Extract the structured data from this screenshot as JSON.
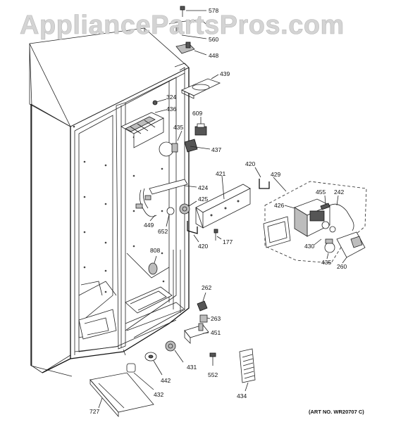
{
  "watermark": "AppliancePartsPros.com",
  "art_number": "(ART NO. WR20707 C)",
  "parts": {
    "p578": "578",
    "p560": "560",
    "p448": "448",
    "p439": "439",
    "p324": "324",
    "p436": "436",
    "p609": "609",
    "p435a": "435",
    "p437": "437",
    "p424": "424",
    "p425": "425",
    "p449": "449",
    "p652": "652",
    "p421": "421",
    "p420a": "420",
    "p420b": "420",
    "p177": "177",
    "p429": "429",
    "p455": "455",
    "p242": "242",
    "p426": "426",
    "p430": "430",
    "p435b": "435",
    "p260": "260",
    "p808": "808",
    "p262": "262",
    "p263": "263",
    "p451": "451",
    "p431": "431",
    "p552": "552",
    "p442": "442",
    "p432": "432",
    "p434": "434",
    "p727": "727"
  }
}
